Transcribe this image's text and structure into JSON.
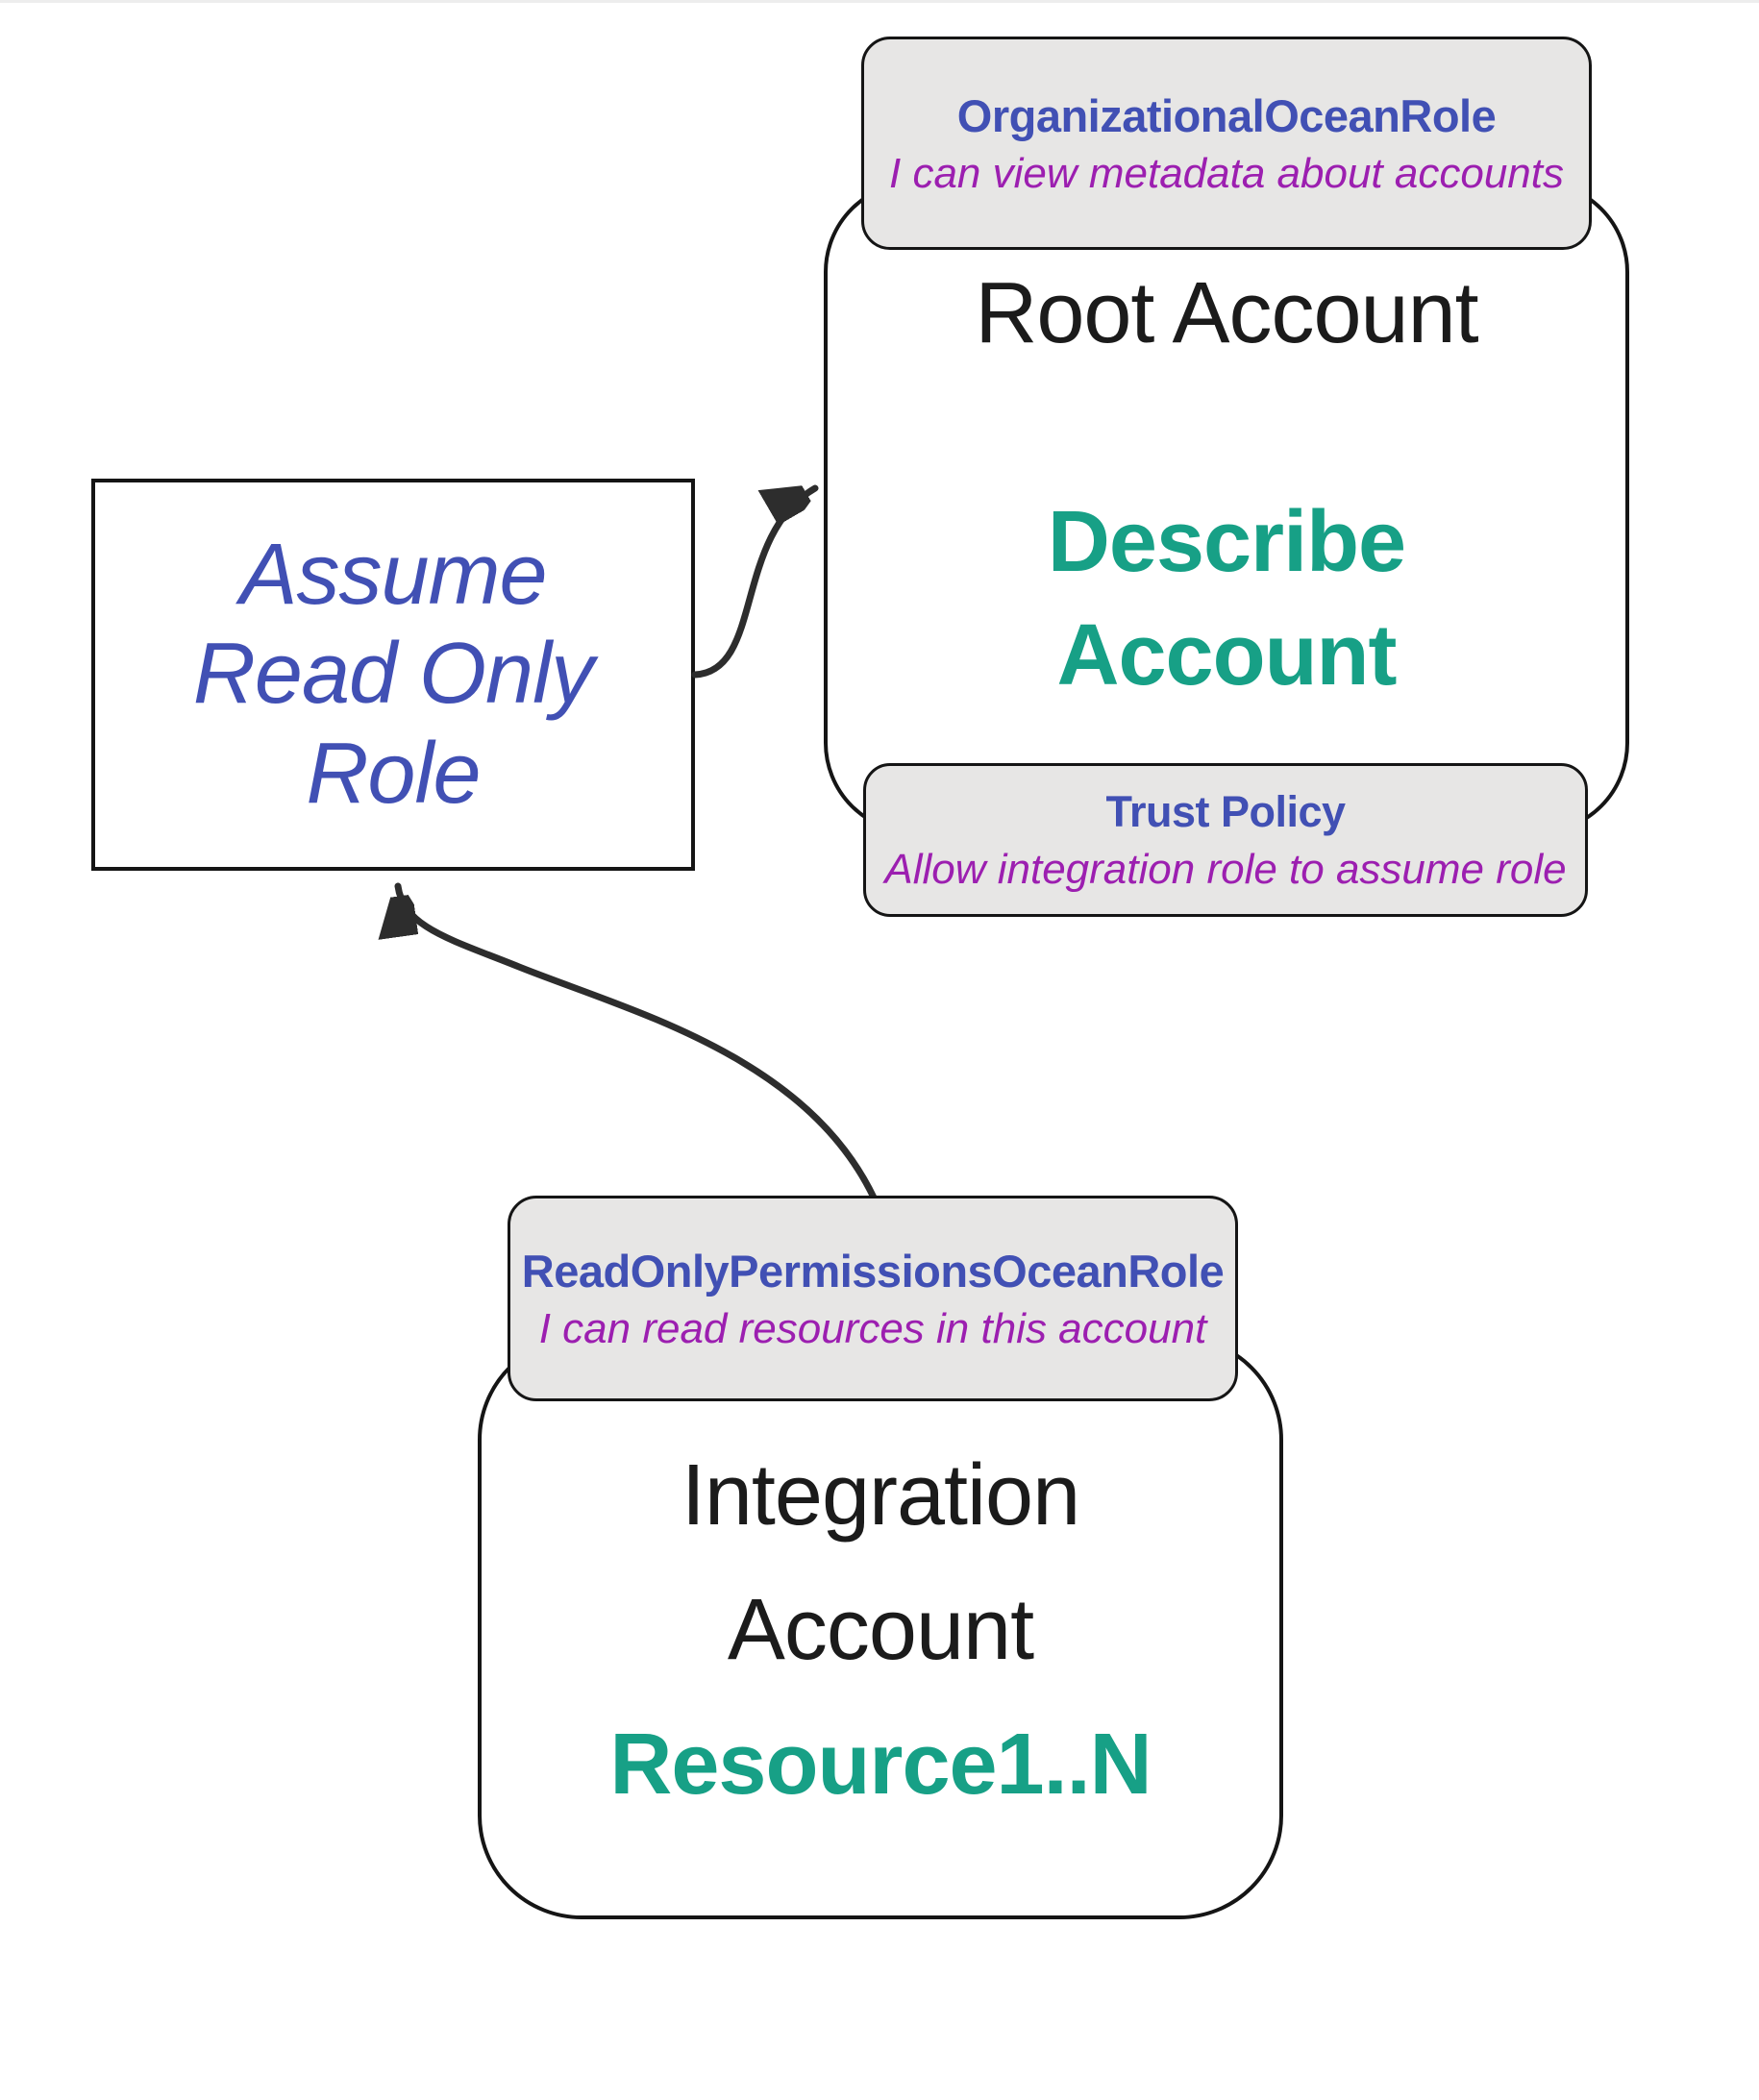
{
  "colors": {
    "indigo": "#4150b4",
    "purple": "#9c1fb0",
    "teal": "#17a086",
    "ink": "#1b1b1b",
    "badge_bg": "#e7e6e5",
    "border": "#151515",
    "arrow": "#2d2d2d",
    "page_bg": "#ffffff"
  },
  "root_account": {
    "title": "Root Account",
    "action_line1": "Describe",
    "action_line2": "Account",
    "top_badge": {
      "role_name": "OrganizationalOceanRole",
      "description": "I can view metadata about accounts"
    },
    "bottom_badge": {
      "title": "Trust Policy",
      "description": "Allow integration role to assume role"
    }
  },
  "assume_role_box": {
    "line1": "Assume",
    "line2": "Read Only",
    "line3": "Role"
  },
  "integration_account": {
    "title_line1": "Integration",
    "title_line2": "Account",
    "resources": "Resource1..N",
    "badge": {
      "role_name": "ReadOnlyPermissionsOceanRole",
      "description": "I can read resources in this account"
    }
  }
}
